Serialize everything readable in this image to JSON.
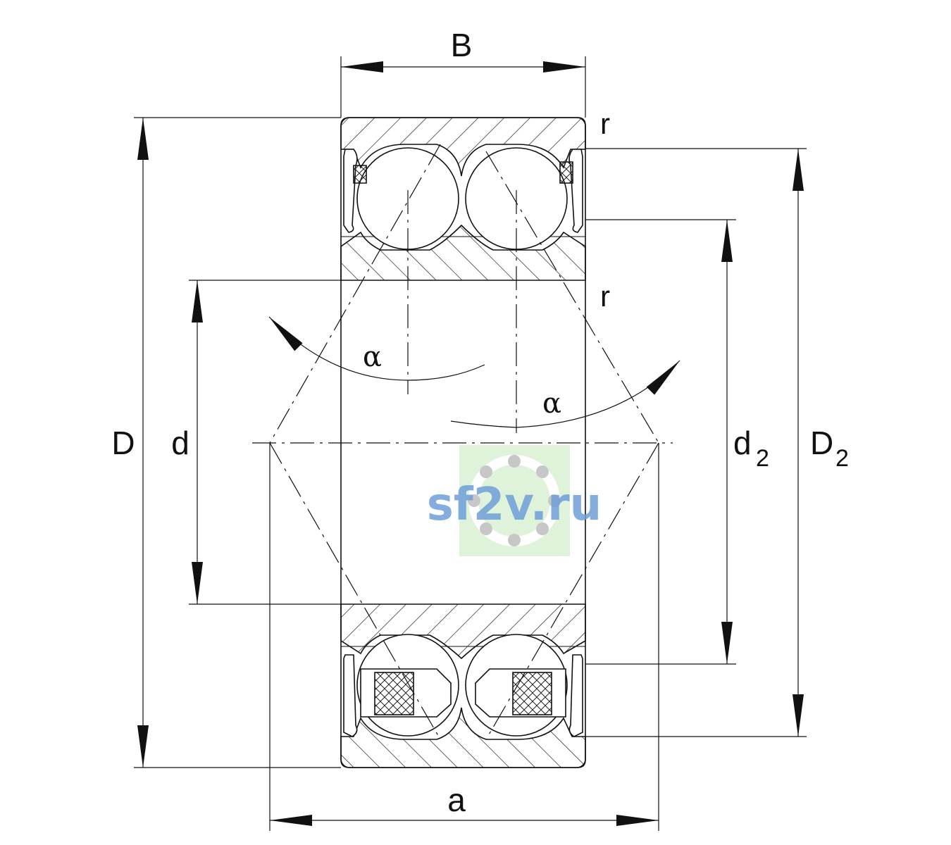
{
  "dimensions": {
    "width_label": "B",
    "outer_diameter_label": "D",
    "bore_label": "d",
    "inner_ring_shoulder_label": "d",
    "inner_ring_shoulder_sub": "2",
    "outer_ring_shoulder_label": "D",
    "outer_ring_shoulder_sub": "2",
    "pressure_center_distance_label": "a",
    "chamfer_top_label": "r",
    "chamfer_inner_label": "r",
    "contact_angle_left_label": "α",
    "contact_angle_right_label": "α"
  },
  "watermark": {
    "text": "sf2v.ru",
    "color": "#6f9fd8",
    "badge_background": "#dff2da"
  },
  "colors": {
    "line": "#111111",
    "background": "#ffffff"
  }
}
